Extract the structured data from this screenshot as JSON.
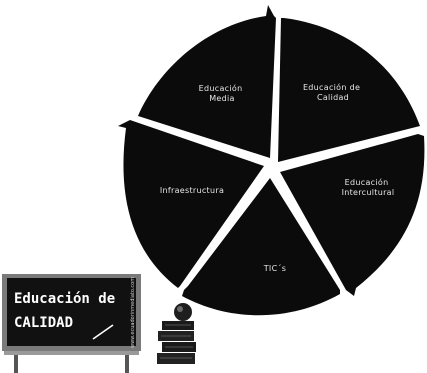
{
  "cycle": {
    "segments": [
      {
        "label_lines": [
          "Educación",
          "Media"
        ]
      },
      {
        "label_lines": [
          "Educación de",
          "Calidad"
        ]
      },
      {
        "label_lines": [
          "Educación",
          "Intercultural"
        ]
      },
      {
        "label_lines": [
          "TIC´s"
        ]
      },
      {
        "label_lines": [
          "Infraestructura"
        ]
      }
    ]
  },
  "board": {
    "line1": "Educación de",
    "line2": "CALIDAD",
    "side_text": "www.ecuadorinmediato.com"
  },
  "colors": {
    "segment_fill": "#0b0b0b",
    "segment_text": "#e6e6e6",
    "board_fill": "#111111",
    "board_frame": "#7a7a7a",
    "book_fill": "#1a1a1a",
    "ball": "#1e1e1e"
  }
}
